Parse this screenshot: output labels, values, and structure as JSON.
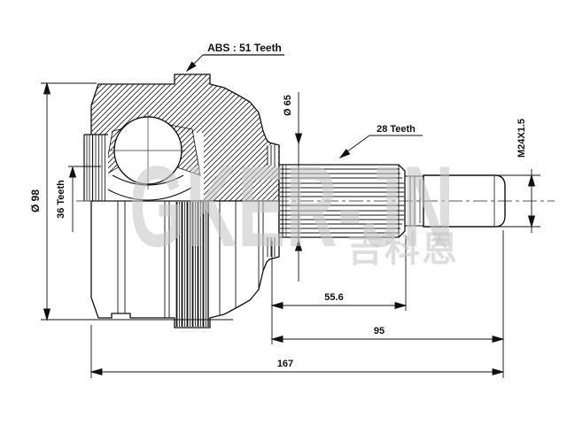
{
  "drawing": {
    "title": "CV joint outer technical drawing",
    "labels": {
      "abs_ring": "ABS : 51 Teeth",
      "outer_spline": "28 Teeth",
      "inner_spline": "36 Teeth",
      "body_diameter": "Ø 98",
      "flange_diameter": "Ø 65",
      "thread": "M24X1.5"
    },
    "dimensions": {
      "spline_length": "55.6",
      "shaft_length": "95",
      "total_length": "167"
    },
    "watermark": {
      "text": "GKER-JN",
      "text_cn": "吉科恩"
    },
    "colors": {
      "line": "#111111",
      "background": "#ffffff",
      "watermark": "#c6c6c6"
    }
  }
}
